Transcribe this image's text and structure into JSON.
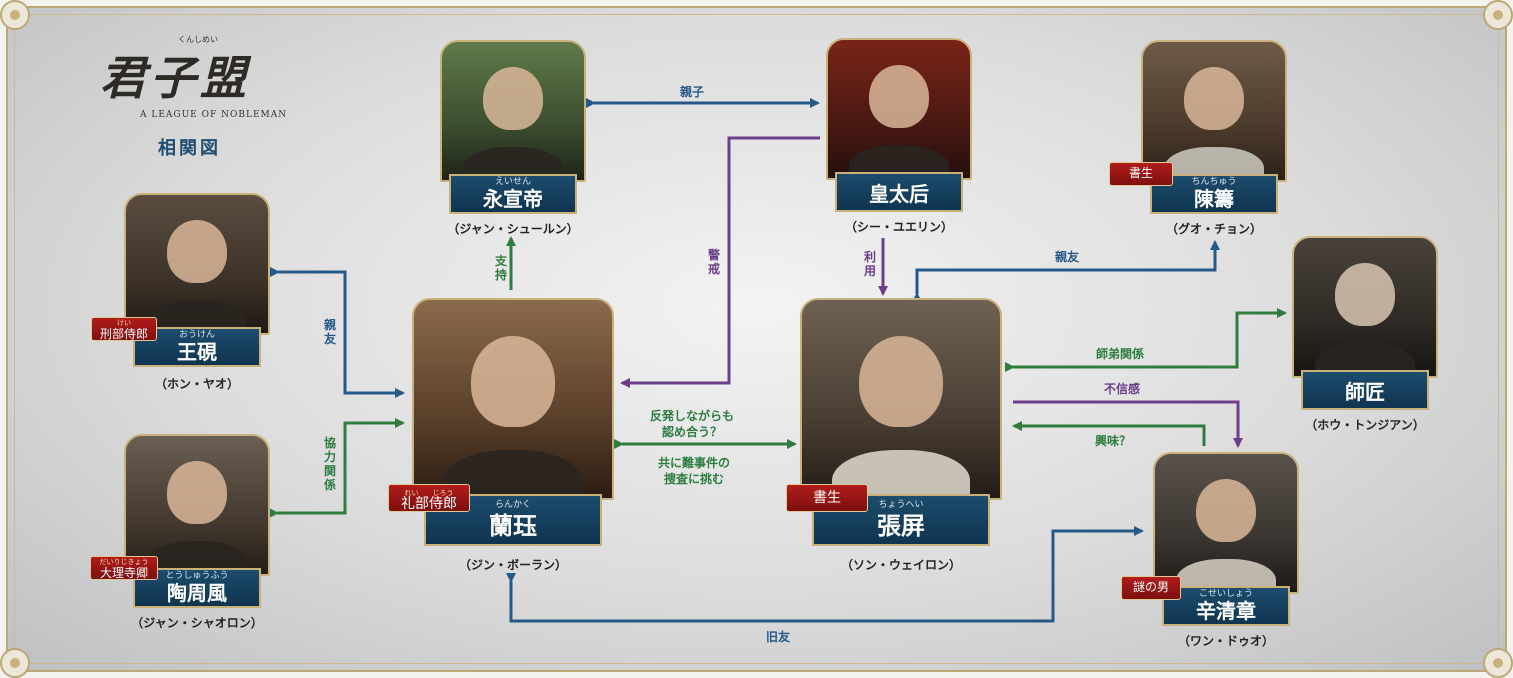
{
  "logo": {
    "title": "君子盟",
    "ruby": "くんしめい",
    "subtitle": "A LEAGUE OF NOBLEMAN",
    "diagram_title": "相関図"
  },
  "colors": {
    "blue": "#24598a",
    "green": "#2e7d3f",
    "purple": "#6d3e8a",
    "plate": "#123d5c",
    "tag_red": "#9c1616",
    "gold": "#c9b27a"
  },
  "characters": {
    "yongxuan": {
      "name": "永宣帝",
      "ruby": "えいせん",
      "actor": "（ジャン・シュールン）"
    },
    "empress": {
      "name": "皇太后",
      "actor": "（シー・ユエリン）"
    },
    "chenchou": {
      "name": "陳籌",
      "ruby": "ちんちゅう",
      "tag": "書生",
      "actor": "（グオ・チョン）"
    },
    "wangyan": {
      "name": "王硯",
      "ruby": "おうけん",
      "tag": "刑部侍郎",
      "tag_ruby": "けい",
      "actor": "（ホン・ヤオ）"
    },
    "lanjue": {
      "name": "蘭珏",
      "ruby": "らんかく",
      "tag": "礼部侍郎",
      "tag_ruby": "れい　　じろう",
      "actor": "（ジン・ボーラン）"
    },
    "zhangping": {
      "name": "張屏",
      "ruby": "ちょうへい",
      "tag": "書生",
      "actor": "（ソン・ウェイロン）"
    },
    "master": {
      "name": "師匠",
      "actor": "（ホウ・トンジアン）"
    },
    "taozhoufeng": {
      "name": "陶周風",
      "ruby": "とうしゅうふう",
      "tag": "大理寺卿",
      "tag_ruby": "だいりじきょう",
      "actor": "（ジャン・シャオロン）"
    },
    "xinqingzhang": {
      "name": "辛清章",
      "ruby": "こせいしょう",
      "tag": "謎の男",
      "actor": "（ワン・ドゥオ）"
    }
  },
  "relations": {
    "oyako": "親子",
    "shiji": "支持",
    "keikai": "警戒",
    "riyou": "利用",
    "shinyu_wang": "親友",
    "shinyu_chen": "親友",
    "kyoryoku": "協力関係",
    "hanpatsu": "反発しながらも\n認め合う？",
    "tomoni": "共に難事件の\n捜査に挑む",
    "shitei": "師弟関係",
    "fushinkan": "不信感",
    "kyomi": "興味？",
    "kyuyu": "旧友"
  }
}
